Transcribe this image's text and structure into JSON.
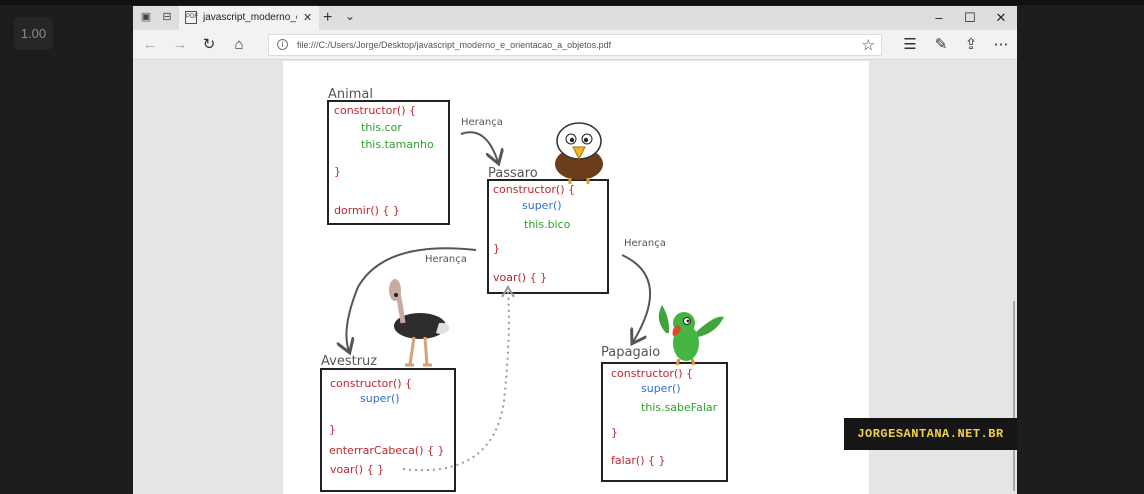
{
  "player": {
    "speed": "1.00"
  },
  "browser": {
    "tab_title": "javascript_moderno_e_c",
    "tab_icon": "pdf-icon",
    "url": "file:///C:/Users/Jorge/Desktop/javascript_moderno_e_orientacao_a_objetos.pdf"
  },
  "diagram": {
    "arrow_label": "Herança",
    "classes": {
      "animal": {
        "name": "Animal",
        "lines": [
          "constructor() {",
          "this.cor",
          "this.tamanho",
          "}",
          "dormir() {  }"
        ]
      },
      "passaro": {
        "name": "Passaro",
        "lines": [
          "constructor() {",
          "super()",
          "this.bico",
          "}",
          "voar() {  }"
        ]
      },
      "avestruz": {
        "name": "Avestruz",
        "lines": [
          "constructor() {",
          "super()",
          "}",
          "enterrarCabeca() {  }",
          "voar() {  }"
        ]
      },
      "papagaio": {
        "name": "Papagaio",
        "lines": [
          "constructor() {",
          "super()",
          "this.sabeFalar",
          "}",
          "falar() {  }"
        ]
      }
    },
    "colors": {
      "keyword": "#c0262f",
      "super": "#2e6fd6",
      "property": "#2ea22e",
      "frame": "#222222"
    }
  },
  "watermark": "JORGESANTANA.NET.BR"
}
